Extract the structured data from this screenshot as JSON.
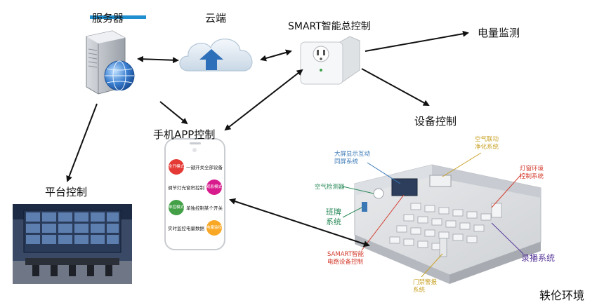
{
  "labels": {
    "server": "服务器",
    "cloud": "云端",
    "smart_control": "SMART智能总控制",
    "power_monitor": "电量监测",
    "device_control": "设备控制",
    "app_control": "手机APP控制",
    "platform_control": "平台控制",
    "footer": "轶伦环境"
  },
  "phone": {
    "rows": [
      {
        "badge": "全开模式",
        "badge_color": "#e53935",
        "text": "一键开关全部设备"
      },
      {
        "badge": "观影模式",
        "badge_color": "#d81b8c",
        "text": "调节灯光窗帘控制"
      },
      {
        "badge": "单控模式",
        "badge_color": "#43a047",
        "text": "单独控制某个开关"
      },
      {
        "badge": "电量监控",
        "badge_color": "#f9a825",
        "text": "实时监控电量数据"
      }
    ]
  },
  "classroom": {
    "annotations": [
      {
        "id": "big-screen",
        "text": [
          "大屏显示互动",
          "同屏系统"
        ],
        "color": "#3a78b5"
      },
      {
        "id": "air-purify",
        "text": [
          "空气联动",
          "净化系统"
        ],
        "color": "#c9a227"
      },
      {
        "id": "lighting",
        "text": [
          "灯窗环境",
          "控制系统"
        ],
        "color": "#d33a2c"
      },
      {
        "id": "air-detector",
        "text": [
          "空气检测器"
        ],
        "color": "#2a8a5a"
      },
      {
        "id": "class-sign",
        "text": [
          "班牌",
          "系统"
        ],
        "color": "#2a8a5a"
      },
      {
        "id": "smart-circuit",
        "text": [
          "SAMART智能",
          "电路设备控制"
        ],
        "color": "#d33a2c"
      },
      {
        "id": "recording",
        "text": [
          "录播系统"
        ],
        "color": "#5a3a9a"
      },
      {
        "id": "door-alarm",
        "text": [
          "门禁警报",
          "系统"
        ],
        "color": "#c9a227"
      }
    ]
  }
}
